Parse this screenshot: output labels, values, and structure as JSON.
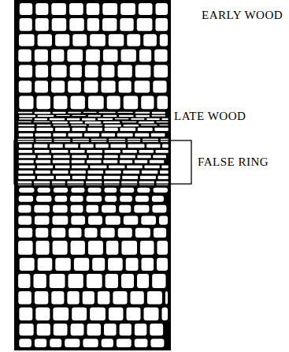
{
  "diagram": {
    "labels": [
      "EARLY WOOD",
      "LATE WOOD",
      "FALSE RING"
    ]
  }
}
